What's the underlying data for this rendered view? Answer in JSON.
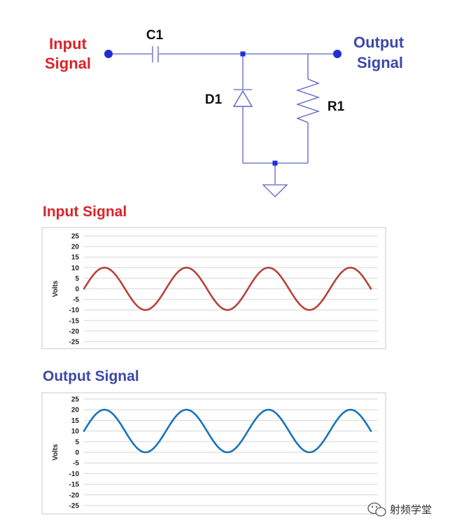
{
  "circuit": {
    "input_label_line1": "Input",
    "input_label_line2": "Signal",
    "output_label_line1": "Output",
    "output_label_line2": "Signal",
    "capacitor_label": "C1",
    "diode_label": "D1",
    "resistor_label": "R1"
  },
  "charts": {
    "input_heading": "Input Signal",
    "output_heading": "Output Signal"
  },
  "chart_data": [
    {
      "type": "line",
      "title": "Input Signal",
      "ylabel": "Volts",
      "xlabel": "",
      "ylim": [
        -25,
        25
      ],
      "yticks": [
        25,
        20,
        15,
        10,
        5,
        0,
        -5,
        -10,
        -15,
        -20,
        -25
      ],
      "grid": true,
      "series": [
        {
          "color": "#b5433b",
          "waveform": "sine",
          "cycles": 3.5,
          "amplitude": 10,
          "offset": 0,
          "start_phase_deg": 0
        }
      ]
    },
    {
      "type": "line",
      "title": "Output Signal",
      "ylabel": "Volts",
      "xlabel": "",
      "ylim": [
        -25,
        25
      ],
      "yticks": [
        25,
        20,
        15,
        10,
        5,
        0,
        -5,
        -10,
        -15,
        -20,
        -25
      ],
      "grid": true,
      "series": [
        {
          "color": "#1a73b8",
          "waveform": "sine",
          "cycles": 3.5,
          "amplitude": 10,
          "offset": 10,
          "start_phase_deg": 0
        }
      ]
    }
  ],
  "watermark": {
    "text": "射频学堂",
    "icon": "wechat-icon"
  },
  "colors": {
    "input_accent": "#d9232a",
    "output_accent": "#3b49a8",
    "wire": "#5a63c4",
    "node": "#1f2fd6",
    "terminal": "#1f2fd6"
  }
}
